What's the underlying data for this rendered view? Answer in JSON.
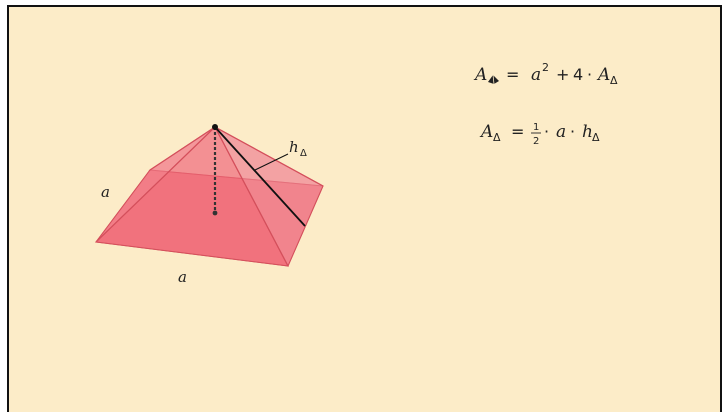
{
  "labels": {
    "base_left": "a",
    "base_front": "a",
    "slant_height_main": "h",
    "slant_height_sub": "Δ"
  },
  "formula1": {
    "lhs_var": "A",
    "equals": "=",
    "a_var": "a",
    "exponent": "2",
    "plus": "+",
    "four": "4",
    "dot": "·",
    "A2_var": "A",
    "A2_sub": "Δ"
  },
  "formula2": {
    "lhs_var": "A",
    "lhs_sub": "Δ",
    "equals": "=",
    "frac_num": "1",
    "frac_den": "2",
    "dot1": "·",
    "a_var": "a",
    "dot2": "·",
    "h_var": "h",
    "h_sub": "Δ"
  },
  "colors": {
    "background": "#fcecc8",
    "pyramid_fill": "#f06a78",
    "pyramid_face_light": "#f39aa2",
    "edge": "#d4505c",
    "slant_line": "#111111"
  }
}
